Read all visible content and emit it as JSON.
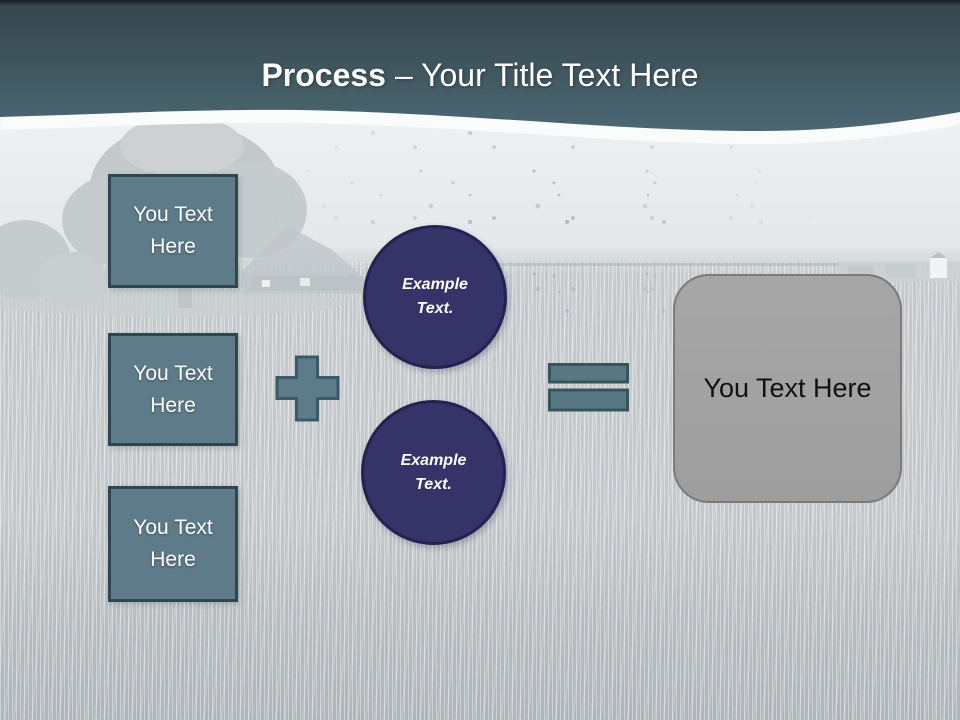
{
  "header": {
    "title_keyword": "Process",
    "title_rest": "– Your Title Text Here"
  },
  "left_column": {
    "boxes": [
      {
        "label": "You Text Here"
      },
      {
        "label": "You Text Here"
      },
      {
        "label": "You Text Here"
      }
    ]
  },
  "operators": {
    "plus": "plus-sign",
    "equals": "equals-sign"
  },
  "center_column": {
    "circles": [
      {
        "label": "Example Text."
      },
      {
        "label": "Example Text."
      }
    ]
  },
  "result": {
    "label": "You Text Here"
  },
  "colors": {
    "header_teal": "#44606b",
    "shape_teal_fill": "#5d7b88",
    "shape_teal_border": "#31454f",
    "operator_fill": "#5d7c89",
    "operator_border": "#3a5a67",
    "circle_navy_fill": "#353368",
    "circle_navy_border": "#232250",
    "result_gray_fill": "#a2a2a2",
    "result_gray_border": "#7b7b7b",
    "title_text": "#ffffff"
  }
}
